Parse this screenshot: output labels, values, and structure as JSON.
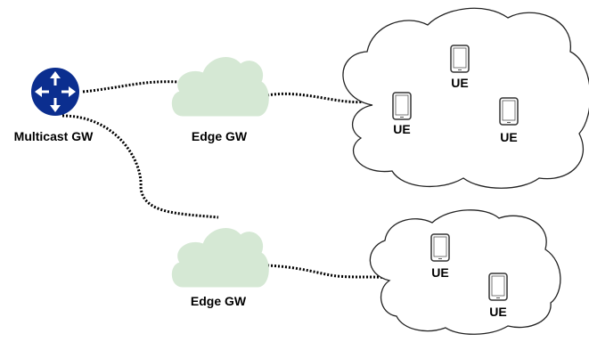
{
  "nodes": {
    "multicast_gw": {
      "label": "Multicast GW",
      "icon": "router-icon"
    },
    "edge_gw_1": {
      "label": "Edge GW",
      "icon": "cloud-icon"
    },
    "edge_gw_2": {
      "label": "Edge GW",
      "icon": "cloud-icon"
    },
    "ue_cloud_1": {
      "ues": [
        "UE",
        "UE",
        "UE"
      ]
    },
    "ue_cloud_2": {
      "ues": [
        "UE",
        "UE"
      ]
    }
  },
  "colors": {
    "router": "#0b2e8f",
    "edge_cloud_fill": "#d5e8d4",
    "ue_cloud_fill": "#ffffff",
    "link": "#000000"
  }
}
